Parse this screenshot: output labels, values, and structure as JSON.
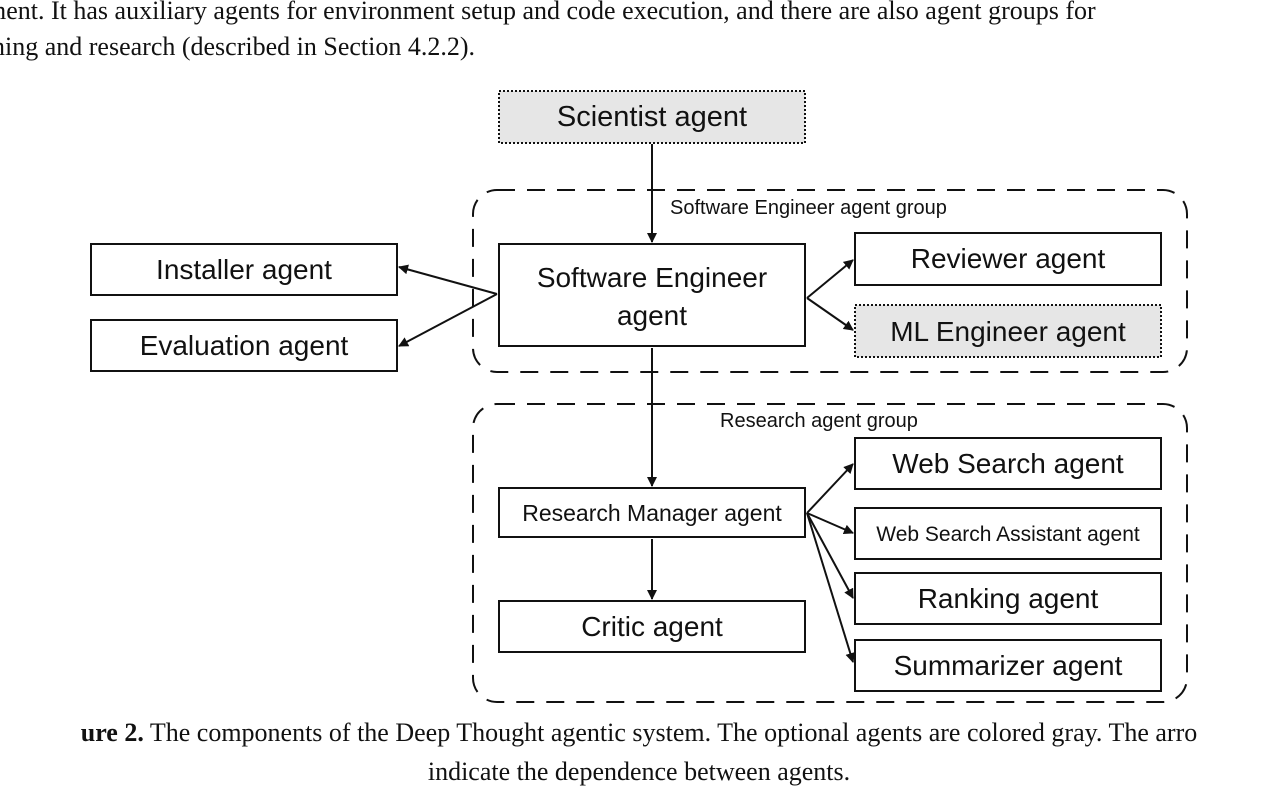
{
  "paragraph": {
    "line1": "opment. It has auxiliary agents for environment setup and code execution, and there are also agent groups for",
    "line2": "ning and research (described in Section 4.2.2)."
  },
  "diagram": {
    "scientist": "Scientist agent",
    "se_group_label": "Software Engineer agent group",
    "se_line1": "Software Engineer",
    "se_line2": "agent",
    "reviewer": "Reviewer agent",
    "ml_engineer": "ML Engineer agent",
    "installer": "Installer agent",
    "evaluation": "Evaluation agent",
    "research_group_label": "Research agent group",
    "research_manager": "Research Manager agent",
    "critic": "Critic agent",
    "web_search": "Web Search agent",
    "web_search_assistant": "Web Search Assistant agent",
    "ranking": "Ranking agent",
    "summarizer": "Summarizer agent",
    "optional_fill": "#e6e6e6"
  },
  "caption": {
    "label": "ure 2.",
    "text": " The components of the Deep Thought agentic system. The optional agents are colored gray. The arro",
    "line2": "indicate the dependence between agents."
  }
}
